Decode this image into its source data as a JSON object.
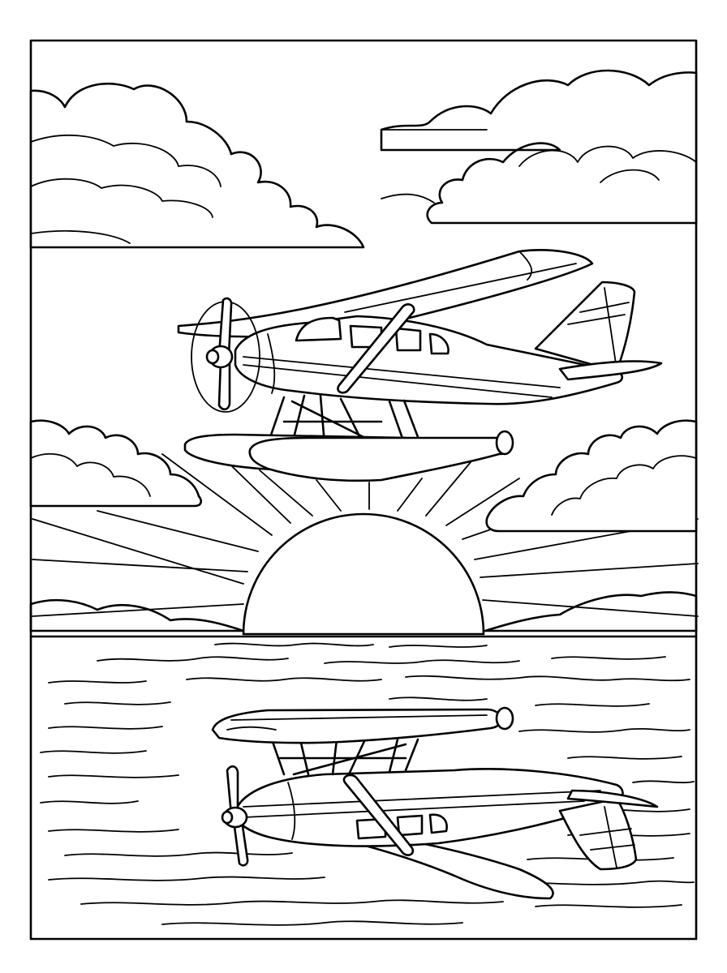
{
  "page": {
    "background_color": "#ffffff",
    "line_color": "#000000"
  },
  "scene": {
    "elements": [
      "clouds",
      "sun",
      "sun-rays",
      "mountains",
      "water",
      "seaplane",
      "seaplane-reflection"
    ]
  }
}
